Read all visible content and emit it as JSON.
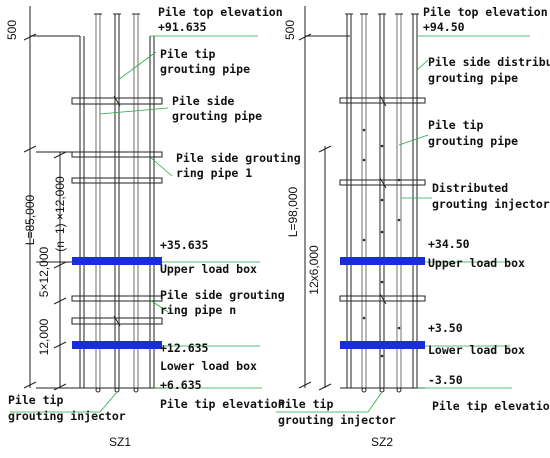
{
  "colors": {
    "load_box": "#1a2ed6",
    "leader": "#22aa44",
    "line": "#222222"
  },
  "sz1": {
    "title": "SZ1",
    "top_elev": "Pile top elevation",
    "top_val": "+91.635",
    "tip_pipe_1": "Pile tip",
    "tip_pipe_2": "grouting pipe",
    "side_pipe_1": "Pile side",
    "side_pipe_2": "grouting pipe",
    "ring1_1": "Pile side grouting",
    "ring1_2": "ring pipe 1",
    "upper_val": "+35.635",
    "upper_box": "Upper load box",
    "ringn_1": "Pile side grouting",
    "ringn_2": "ring pipe n",
    "lower_val": "+12.635",
    "lower_box": "Lower load box",
    "tip_val": "+6.635",
    "tip_elev": "Pile tip elevation",
    "inj_1": "Pile tip",
    "inj_2": "grouting injector",
    "dim_500": "500",
    "dim_L": "L=85,000",
    "dim_5x": "5×12,000",
    "dim_n": "(n−1) ×12,000",
    "dim_12": "12,000"
  },
  "sz2": {
    "title": "SZ2",
    "top_elev": "Pile top elevation",
    "top_val": "+94.50",
    "dist_pipe_1": "Pile side distributed",
    "dist_pipe_2": "grouting pipe",
    "tip_pipe_1": "Pile tip",
    "tip_pipe_2": "grouting pipe",
    "dist_inj_1": "Distributed",
    "dist_inj_2": "grouting injector",
    "upper_val": "+34.50",
    "upper_box": "Upper load box",
    "lower_val": "+3.50",
    "lower_box": "Lower load box",
    "tip_val": "-3.50",
    "tip_elev": "Pile tip elevation",
    "inj_1": "Pile tip",
    "inj_2": "grouting injector",
    "dim_500": "500",
    "dim_L": "L=98,000",
    "dim_12x6": "12x6,000"
  }
}
